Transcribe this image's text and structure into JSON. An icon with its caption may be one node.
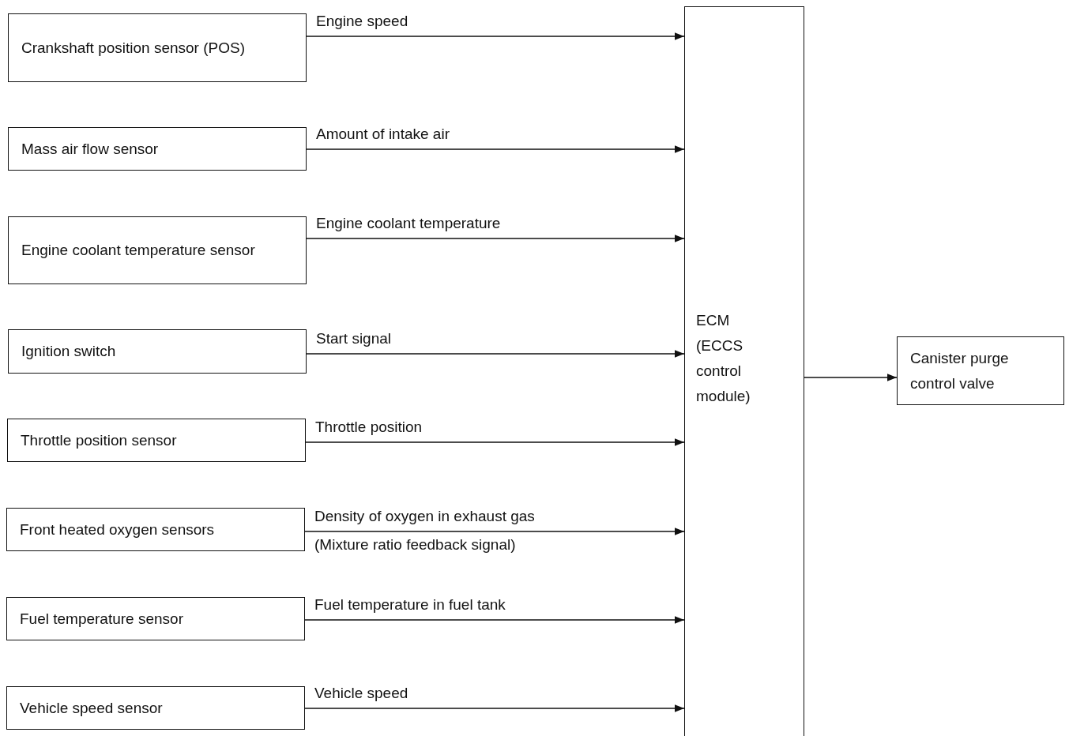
{
  "diagram": {
    "nodes": [
      {
        "text": [
          "Crankshaft position sensor (POS)"
        ]
      },
      {
        "text": [
          "Mass air flow sensor"
        ]
      },
      {
        "text": [
          "Engine coolant temperature sensor"
        ]
      },
      {
        "text": [
          "Ignition switch"
        ]
      },
      {
        "text": [
          "Throttle position sensor"
        ]
      },
      {
        "text": [
          "Front heated oxygen sensors"
        ]
      },
      {
        "text": [
          "Fuel temperature sensor"
        ]
      },
      {
        "text": [
          "Vehicle speed sensor"
        ]
      },
      {
        "text": [
          "ECM (ECCS control module)"
        ]
      },
      {
        "text": [
          "Canister purge control valve"
        ]
      }
    ],
    "edges": [
      {
        "from": 0,
        "to": 8,
        "arrow": "to",
        "label": "Engine speed"
      },
      {
        "from": 1,
        "to": 8,
        "arrow": "to",
        "label": "Amount of intake air"
      },
      {
        "from": 2,
        "to": 8,
        "arrow": "to",
        "label": "Engine coolant temperature"
      },
      {
        "from": 3,
        "to": 8,
        "arrow": "to",
        "label": "Start signal"
      },
      {
        "from": 4,
        "to": 8,
        "arrow": "to",
        "label": "Throttle position"
      },
      {
        "from": 5,
        "to": 8,
        "arrow": "to",
        "label": "Density of oxygen in exhaust gas"
      },
      {
        "from": 6,
        "to": 8,
        "arrow": "to",
        "label": "Fuel temperature in fuel tank"
      },
      {
        "from": 7,
        "to": 8,
        "arrow": "to",
        "label": "Vehicle speed"
      },
      {
        "from": 8,
        "to": 9,
        "arrow": "to"
      }
    ],
    "labels": [
      "(Mixture ratio feedback signal)"
    ]
  }
}
